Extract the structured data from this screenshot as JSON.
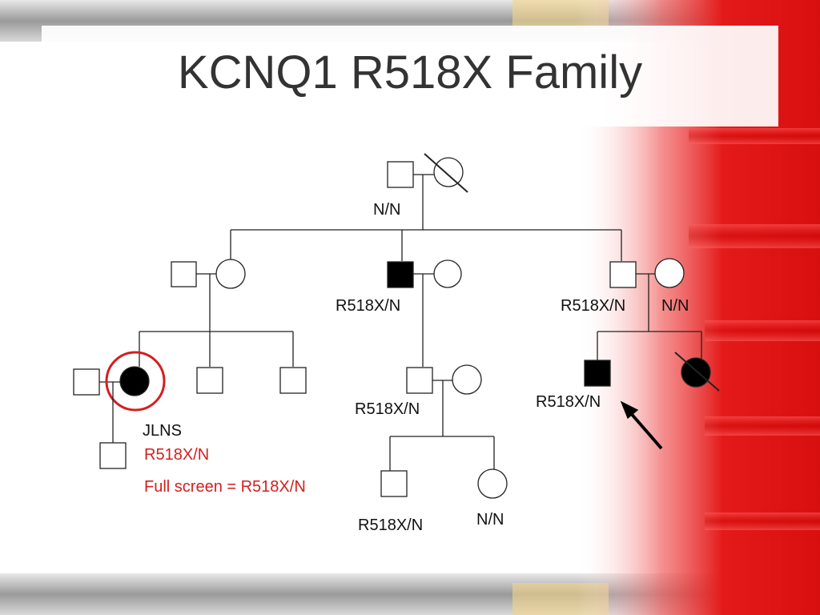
{
  "slide": {
    "title": "KCNQ1 R518X Family"
  },
  "labels": {
    "gen1_genotype": "N/N",
    "gen2_center_male": "R518X/N",
    "gen2_right_male": "R518X/N",
    "gen2_right_female": "N/N",
    "gen3_proband_condition": "JLNS",
    "gen3_proband_genotype": "R518X/N",
    "gen3_center_male": "R518X/N",
    "gen3_right_male": "R518X/N",
    "legend_note": "Full screen = R518X/N",
    "gen4_male": "R518X/N",
    "gen4_female": "N/N"
  },
  "colors": {
    "accent_red": "#d41f1f",
    "affected_fill": "#000000",
    "title_text": "#333333"
  }
}
